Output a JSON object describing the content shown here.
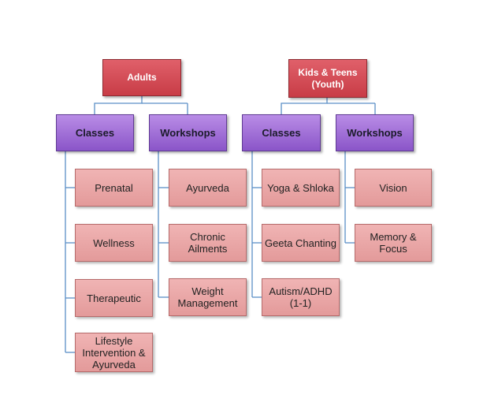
{
  "roots": {
    "adults": "Adults",
    "youth_line1": "Kids & Teens",
    "youth_line2": "(Youth)"
  },
  "adults_classes": {
    "label": "Classes",
    "items": [
      "Prenatal",
      "Wellness",
      "Therapeutic"
    ],
    "item4_line1": "Lifestyle",
    "item4_line2": "Intervention &",
    "item4_line3": "Ayurveda"
  },
  "adults_workshops": {
    "label": "Workshops",
    "item1": "Ayurveda",
    "item2_line1": "Chronic",
    "item2_line2": "Ailments",
    "item3_line1": "Weight",
    "item3_line2": "Management"
  },
  "youth_classes": {
    "label": "Classes",
    "item1": "Yoga & Shloka",
    "item2": "Geeta Chanting",
    "item3_line1": "Autism/ADHD",
    "item3_line2": "(1-1)"
  },
  "youth_workshops": {
    "label": "Workshops",
    "item1": "Vision",
    "item2_line1": "Memory &",
    "item2_line2": "Focus"
  },
  "colors": {
    "root": "#d14c56",
    "category": "#9966cc",
    "leaf": "#e8a5a5",
    "connector": "#5b8fc7"
  }
}
